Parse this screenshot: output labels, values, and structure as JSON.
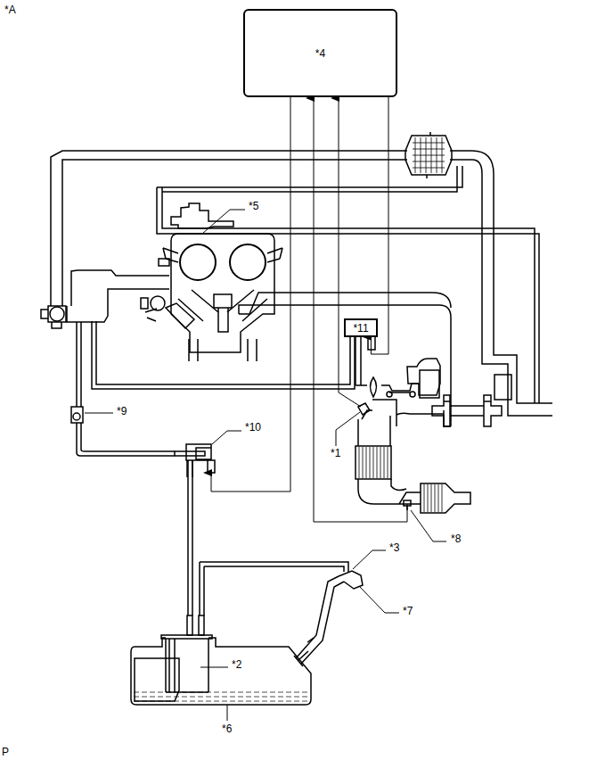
{
  "diagram": {
    "nodes": [
      {
        "text": [
          "*4"
        ]
      },
      {
        "text": [
          "*11"
        ]
      }
    ],
    "edges": [
      {
        "from": 0,
        "to": 1,
        "arrow": "to"
      }
    ],
    "labels": [
      "*A",
      "*5",
      "*9",
      "*10",
      "*1",
      "*8",
      "*3",
      "*7",
      "*2",
      "*6",
      "P"
    ]
  }
}
